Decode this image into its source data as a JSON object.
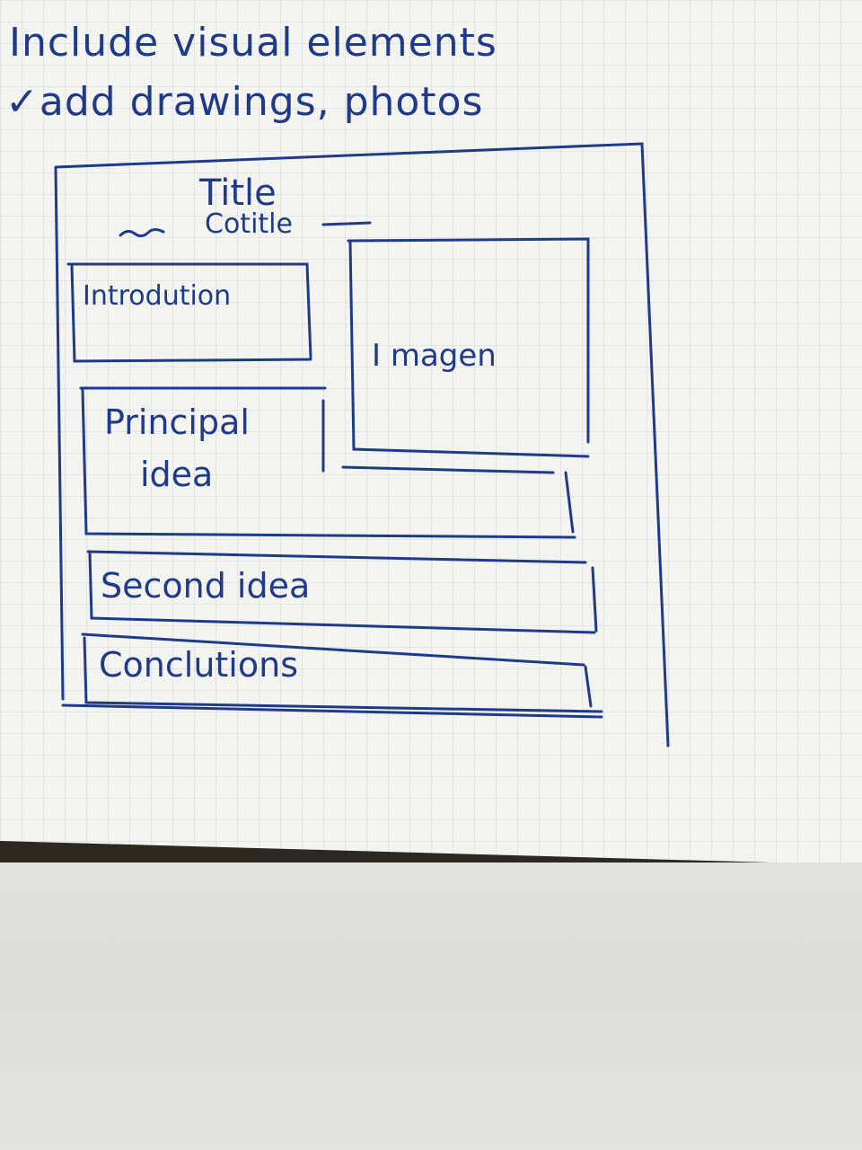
{
  "board": {
    "instruction_line1": "Include visual elements",
    "check_mark": "✓",
    "instruction_line2": "add drawings, photos"
  },
  "sketch": {
    "title": "Title",
    "subtitle": "Cotitle",
    "introduction": "Introdution",
    "image": "I magen",
    "principal_line1": "Principal",
    "principal_line2": "idea",
    "second": "Second idea",
    "conclusions": "Conclutions"
  },
  "colors": {
    "ink": "#1f3a8a",
    "whiteboard": "#f3f3ef",
    "frame": "#2c2822",
    "floor": "#dddcd7"
  }
}
